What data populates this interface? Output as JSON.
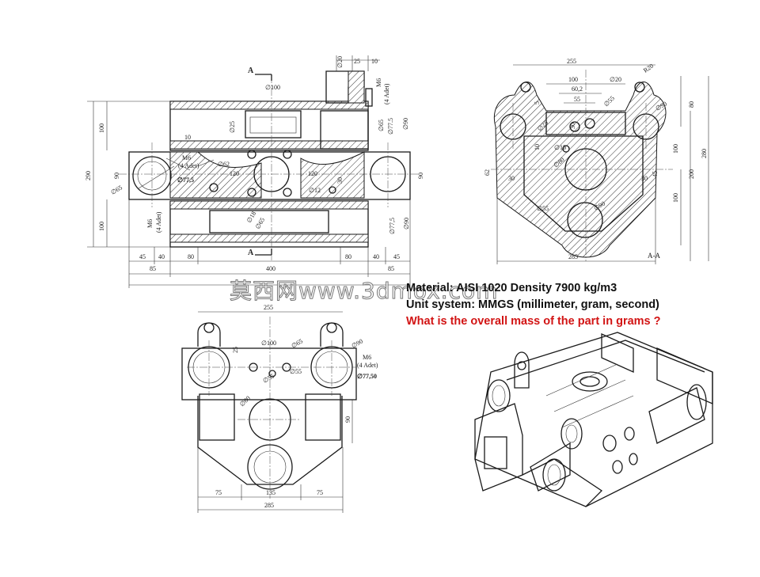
{
  "info": {
    "material_line": "Material: AISI 1020 Density 7900 kg/m3",
    "unit_line": "Unit system: MMGS (millimeter, gram, second)",
    "question": "What is the overall mass of the part in grams ?"
  },
  "watermark": "莫西网www.3dmox.com",
  "front_view": {
    "section_mark": "A",
    "dims": {
      "d20": "∅20",
      "d25": "25",
      "d10": "10",
      "d100": "∅100",
      "m6": "M6",
      "m6_sub": "(4 Adet)",
      "d25b": "∅25",
      "d65": "∅65",
      "d77_5": "∅77.5",
      "d90": "∅90",
      "d10b": "10",
      "d62": "∅62",
      "d77_5b": "∅77,5",
      "d65b": "∅65",
      "d120a": "120",
      "d120b": "120",
      "d30": "30",
      "d12": "∅12",
      "d90b": "90",
      "d290": "290",
      "d100a": "100",
      "d100b": "100",
      "d90c": "90",
      "d18": "∅18",
      "d65c": "∅65",
      "d77_5c": "∅77,5",
      "d90d": "∅90",
      "b45a": "45",
      "b40a": "40",
      "b80a": "80",
      "b80b": "80",
      "b40b": "40",
      "b45b": "45",
      "b85a": "85",
      "b400": "400",
      "b85b": "85"
    }
  },
  "section_view": {
    "label": "A-A",
    "dims": {
      "w255": "255",
      "w100": "100",
      "w60_2": "60,2",
      "w55": "55",
      "d20": "∅20",
      "r20": "R20",
      "d55": "∅55",
      "d90": "∅90",
      "d5": "5",
      "d25": "∅25",
      "d30": "30",
      "d15": "∅15",
      "d10": "10",
      "d80": "∅80",
      "d62": "62",
      "d30b": "30",
      "d30c": "30",
      "d45": "45",
      "d55b": "∅55",
      "d90b": "∅90",
      "h80": "80",
      "h100": "100",
      "h200": "200",
      "h280": "280",
      "h100b": "100",
      "w285": "285"
    }
  },
  "bottom_view": {
    "dims": {
      "w255": "255",
      "d25": "25",
      "d100": "∅100",
      "d65": "∅65",
      "d90": "∅90",
      "m6": "M6",
      "m6_sub": "(4 Adet)",
      "d77_50": "∅77,50",
      "d55": "∅55",
      "d55b": "∅55",
      "d80": "∅80",
      "h90": "90",
      "b75a": "75",
      "b135": "135",
      "b75b": "75",
      "w285": "285"
    }
  }
}
